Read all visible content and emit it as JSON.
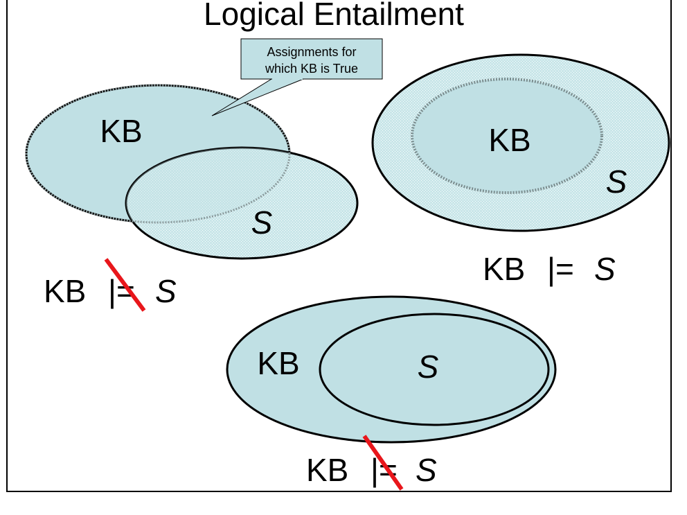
{
  "title": "Logical Entailment",
  "callout": {
    "line1": "Assignments for",
    "line2": "which KB is True"
  },
  "panels": {
    "top_left": {
      "kb_label": "KB",
      "s_label": "S",
      "relation_kb": "KB",
      "relation_symbol": "|=",
      "relation_s": "S",
      "entails": false
    },
    "top_right": {
      "kb_label": "KB",
      "s_label": "S",
      "relation_kb": "KB",
      "relation_symbol": "|=",
      "relation_s": "S",
      "entails": true
    },
    "bottom": {
      "kb_label": "KB",
      "s_label": "S",
      "relation_kb": "KB",
      "relation_symbol": "|=",
      "relation_s": "S",
      "entails": false
    }
  },
  "colors": {
    "fill": "#c0e0e4",
    "stroke": "#000000",
    "strike": "#e8161b",
    "dotted_stroke": "#7a8c8e"
  }
}
